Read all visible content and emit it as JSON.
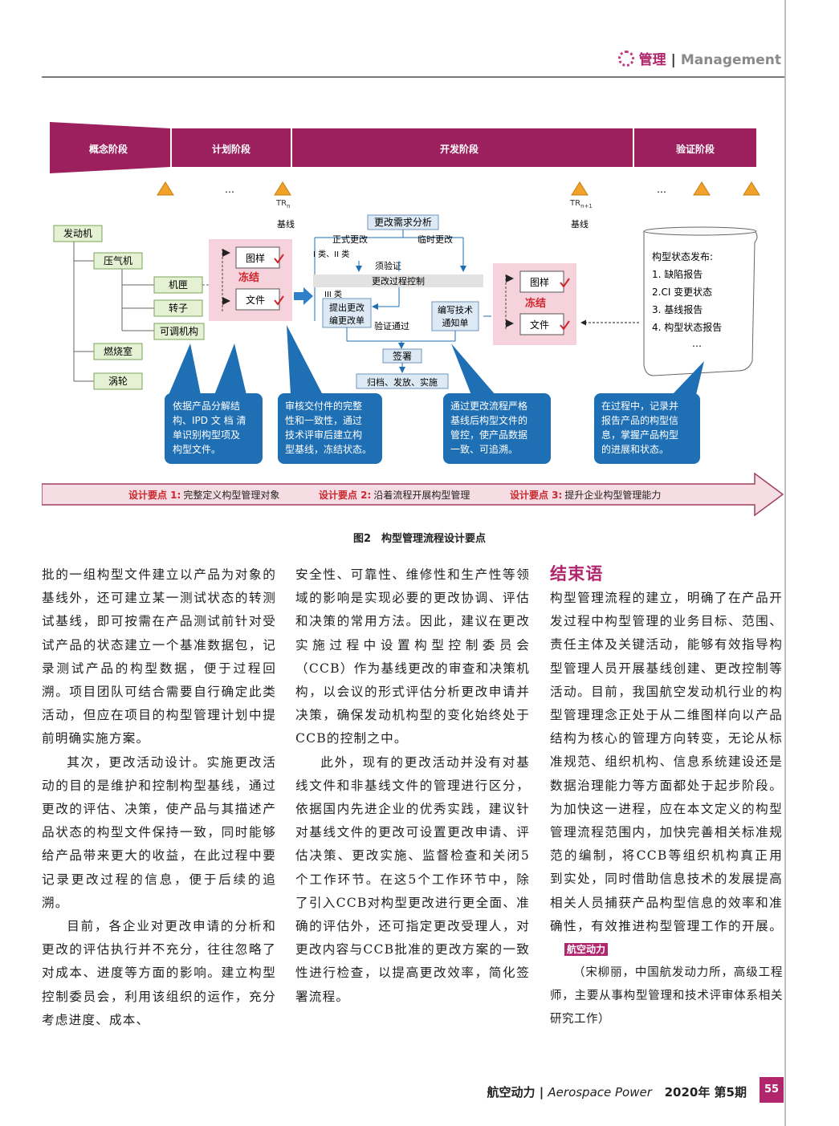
{
  "header": {
    "section_zh": "管理",
    "section_sep": "|",
    "section_en": "Management"
  },
  "figure": {
    "phases": [
      "概念阶段",
      "计划阶段",
      "开发阶段",
      "验证阶段"
    ],
    "ellipsis": "…",
    "tr_n": "TR",
    "tr_n_sub": "n",
    "tr_n1": "TR",
    "tr_n1_sub": "n+1",
    "baseline": "基线",
    "tree": {
      "root": "发动机",
      "compressor": "压气机",
      "casing": "机匣",
      "rotor": "转子",
      "variable": "可调机构",
      "combustor": "燃烧室",
      "turbine": "涡轮"
    },
    "docs": {
      "drawing": "图样",
      "file": "文件",
      "freeze": "冻结"
    },
    "flow": {
      "demand": "更改需求分析",
      "formal": "正式更改",
      "temp": "临时更改",
      "class12": "I 类、II 类",
      "verify_needed": "须验证",
      "process": "更改过程控制",
      "class3": "III 类",
      "proposal_line1": "提出更改",
      "proposal_line2": "编更改单",
      "verify_passed": "验证通过",
      "notice_line1": "编写技术",
      "notice_line2": "通知单",
      "sign": "签署",
      "archive": "归档、发放、实施"
    },
    "status": {
      "title": "构型状态发布:",
      "items": [
        "1. 缺陷报告",
        "2.CI 变更状态",
        "3. 基线报告",
        "4. 构型状态报告"
      ],
      "more": "…"
    },
    "callouts": [
      [
        "依据产品分解结",
        "构、IPD 文 档 清",
        "单识别构型项及",
        "构型文件。"
      ],
      [
        "审核交付件的完整",
        "性和一致性，通过",
        "技术评审后建立构",
        "型基线，冻结状态。"
      ],
      [
        "通过更改流程严格",
        "基线后构型文件的",
        "管控，使产品数据",
        "一致、可追溯。"
      ],
      [
        "在过程中，记录并",
        "报告产品的构型信",
        "息，掌握产品构型",
        "的进展和状态。"
      ]
    ],
    "key_points": [
      {
        "label": "设计要点 1:",
        "text": "完整定义构型管理对象"
      },
      {
        "label": "设计要点 2:",
        "text": "沿着流程开展构型管理"
      },
      {
        "label": "设计要点 3:",
        "text": "提升企业构型管理能力"
      }
    ],
    "caption": "图2　构型管理流程设计要点"
  },
  "body": {
    "col1_p1": "批的一组构型文件建立以产品为对象的基线外，还可建立某一测试状态的转测试基线，即可按需在产品测试前针对受试产品的状态建立一个基准数据包，记录测试产品的构型数据，便于过程回溯。项目团队可结合需要自行确定此类活动，但应在项目的构型管理计划中提前明确实施方案。",
    "col1_p2": "其次，更改活动设计。实施更改活动的目的是维护和控制构型基线，通过更改的评估、决策，使产品与其描述产品状态的构型文件保持一致，同时能够给产品带来更大的收益，在此过程中要记录更改过程的信息，便于后续的追溯。",
    "col1_p3": "目前，各企业对更改申请的分析和更改的评估执行并不充分，往往忽略了对成本、进度等方面的影响。建立构型控制委员会，利用该组织的运作，充分考虑进度、成本、",
    "col2_p1": "安全性、可靠性、维修性和生产性等领域的影响是实现必要的更改协调、评估和决策的常用方法。因此，建议在更改实施过程中设置构型控制委员会（CCB）作为基线更改的审查和决策机构，以会议的形式评估分析更改申请并决策，确保发动机构型的变化始终处于CCB的控制之中。",
    "col2_p2": "此外，现有的更改活动并没有对基线文件和非基线文件的管理进行区分，依据国内先进企业的优秀实践，建议针对基线文件的更改可设置更改申请、评估决策、更改实施、监督检查和关闭5个工作环节。在这5个工作环节中，除了引入CCB对构型更改进行更全面、准确的评估外，还可指定更改受理人，对更改内容与CCB批准的更改方案的一致性进行检查，以提高更改效率，简化签署流程。",
    "conclusion_title": "结束语",
    "col3_p1": "构型管理流程的建立，明确了在产品开发过程中构型管理的业务目标、范围、责任主体及关键活动，能够有效指导构型管理人员开展基线创建、更改控制等活动。目前，我国航空发动机行业的构型管理理念正处于从二维图样向以产品结构为核心的管理方向转变，无论从标准规范、组织机构、信息系统建设还是数据治理能力等方面都处于起步阶段。为加快这一进程，应在本文定义的构型管理流程范围内，加快完善相关标准规范的编制，将CCB等组织机构真正用到实处，同时借助信息技术的发展提高相关人员捕获产品构型信息的效率和准确性，有效推进构型管理工作的开展。",
    "end_badge": "航空动力",
    "author": "（宋柳丽，中国航发动力所，高级工程师，主要从事构型管理和技术评审体系相关研究工作）"
  },
  "footer": {
    "journal_zh": "航空动力",
    "sep": "|",
    "journal_en": "Aerospace Power",
    "issue": "2020年 第5期",
    "page": "55"
  },
  "colors": {
    "brand": "#b0256c",
    "callout": "#1f6fb5",
    "tree_green": "#e4f1d3",
    "freeze_pink": "#f6d3dc"
  }
}
